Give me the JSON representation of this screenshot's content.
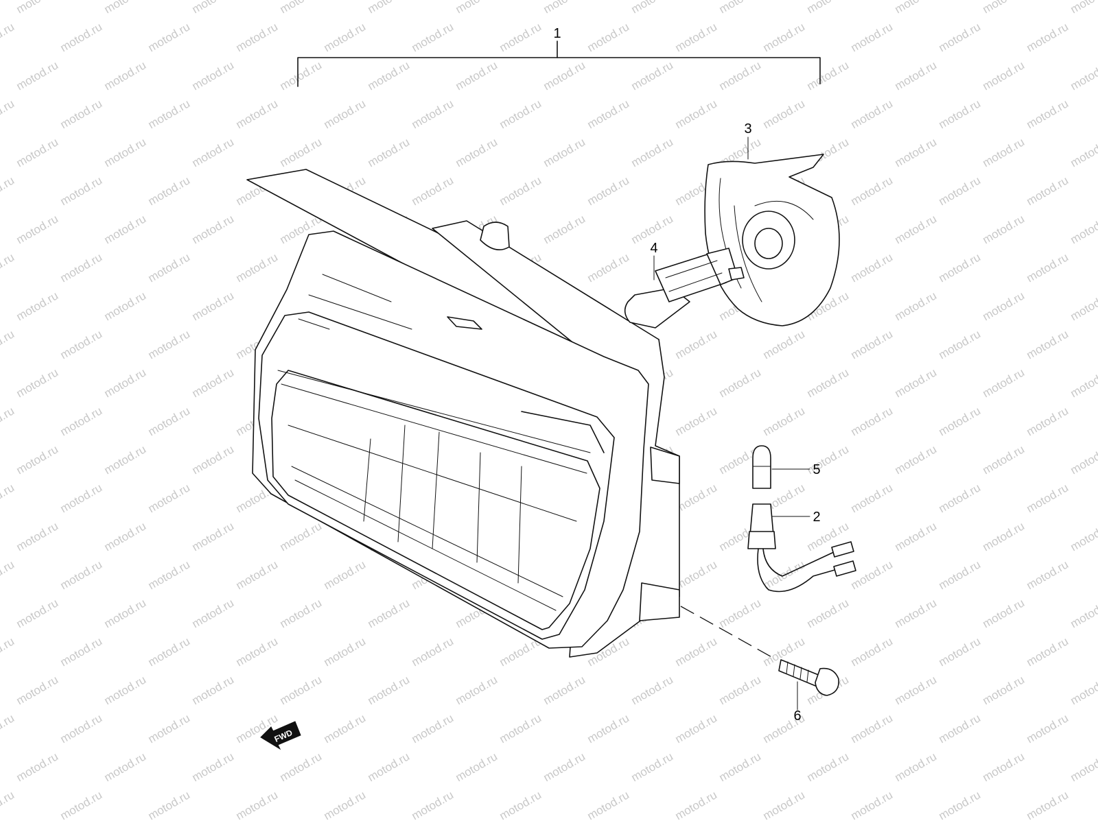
{
  "watermark": {
    "text": "motod.ru",
    "color": "#c8c8c8"
  },
  "callouts": {
    "c1": "1",
    "c2": "2",
    "c3": "3",
    "c4": "4",
    "c5": "5",
    "c6": "6"
  },
  "fwd_badge": {
    "label": "FWD",
    "icon": "forward-arrow-icon"
  }
}
